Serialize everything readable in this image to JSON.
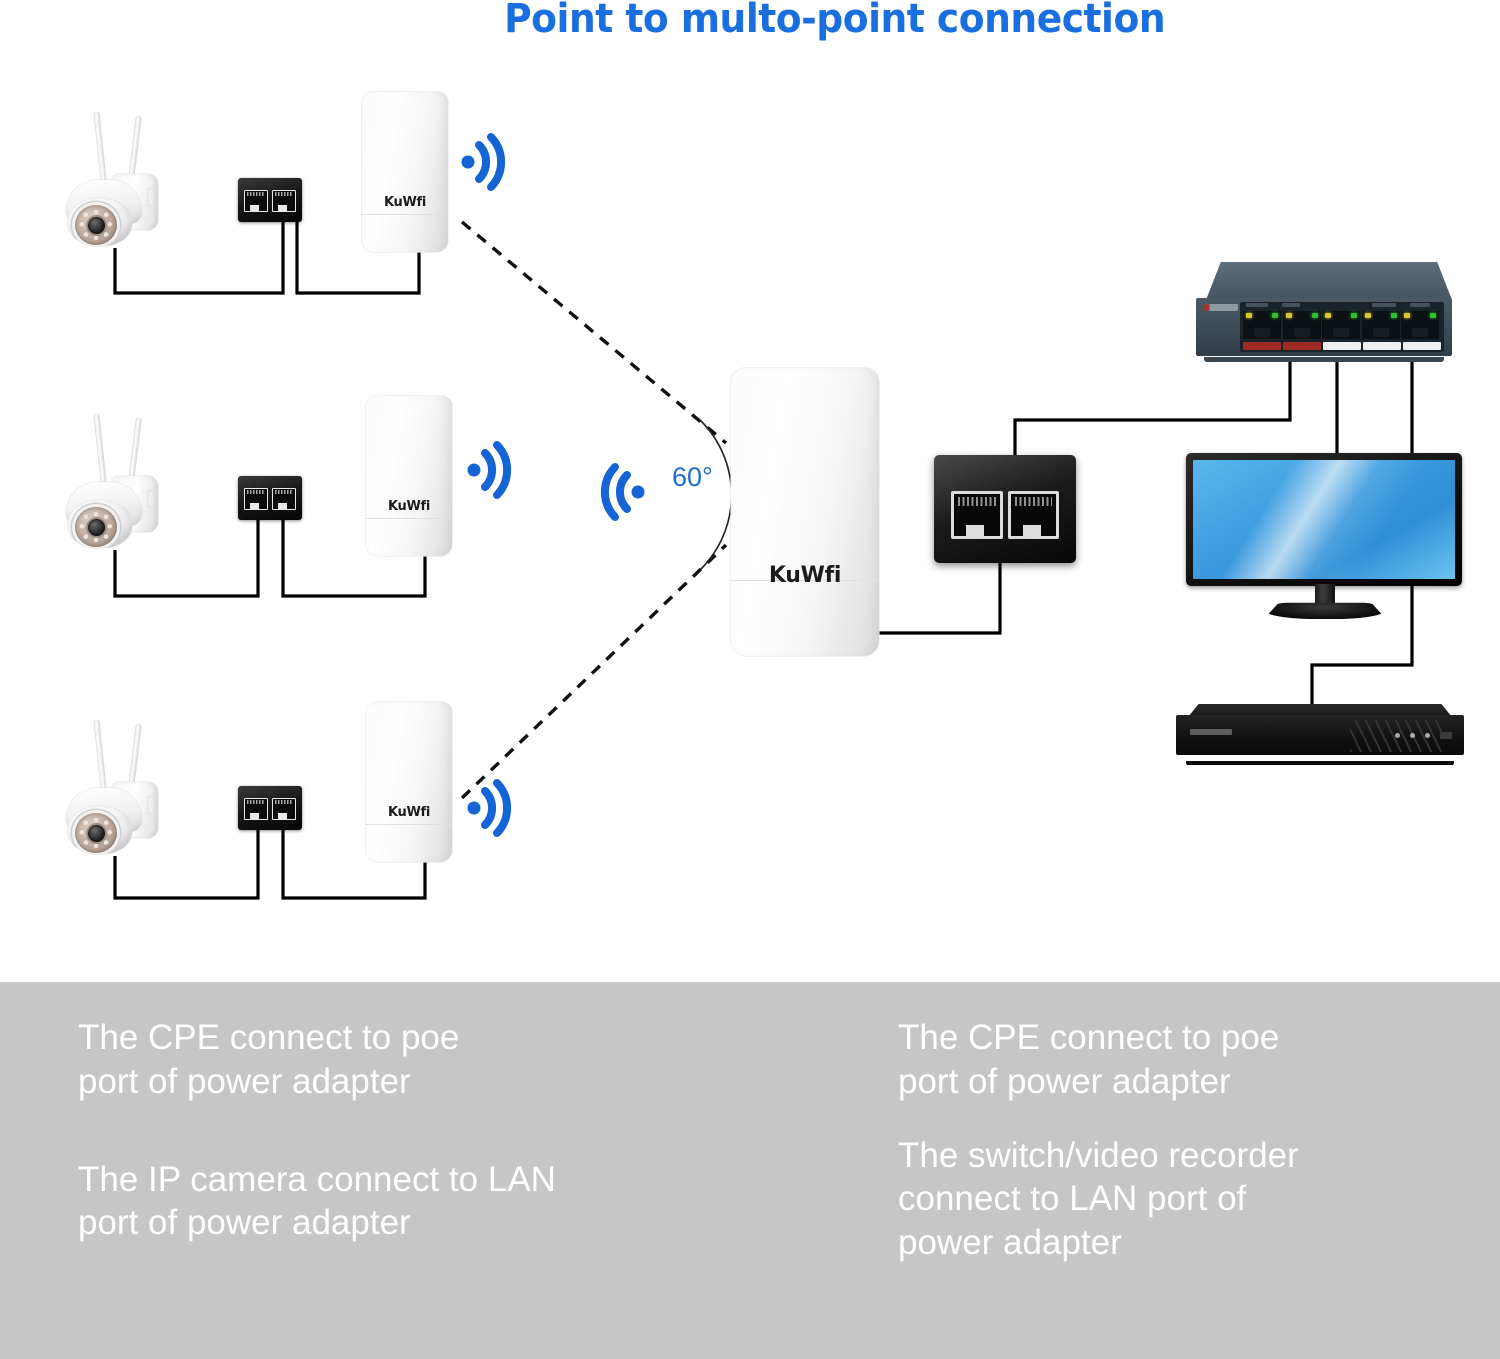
{
  "title": "Point to multo-point connection",
  "colors": {
    "title_blue": "#1a6fe0",
    "wifi_blue": "#1464d6",
    "panel_gray": "#c6c6c6",
    "caption_white": "#ffffff",
    "cable_black": "#000000",
    "switch_body": "#44555f",
    "monitor_screen": "#3f9fe0"
  },
  "diagram": {
    "beam_angle_label": "60°",
    "central_cpe": {
      "brand": "KuWfi",
      "icon": "cpe-access-point-icon"
    },
    "remote_sites": [
      {
        "id": "site-top",
        "camera": {
          "icon": "ptz-ip-camera-icon",
          "antennas": 2
        },
        "poe_adapter": {
          "icon": "poe-injector-icon",
          "ports": [
            "poe",
            "lan"
          ]
        },
        "cpe": {
          "brand": "KuWfi",
          "icon": "cpe-access-point-icon"
        },
        "wifi": {
          "icon": "wifi-signal-icon",
          "direction": "right"
        }
      },
      {
        "id": "site-middle",
        "camera": {
          "icon": "ptz-ip-camera-icon",
          "antennas": 2
        },
        "poe_adapter": {
          "icon": "poe-injector-icon",
          "ports": [
            "poe",
            "lan"
          ]
        },
        "cpe": {
          "brand": "KuWfi",
          "icon": "cpe-access-point-icon"
        },
        "wifi": {
          "icon": "wifi-signal-icon",
          "direction": "right"
        }
      },
      {
        "id": "site-bottom",
        "camera": {
          "icon": "ptz-ip-camera-icon",
          "antennas": 2
        },
        "poe_adapter": {
          "icon": "poe-injector-icon",
          "ports": [
            "poe",
            "lan"
          ]
        },
        "cpe": {
          "brand": "KuWfi",
          "icon": "cpe-access-point-icon"
        },
        "wifi": {
          "icon": "wifi-signal-icon",
          "direction": "right"
        }
      }
    ],
    "head_end": {
      "wifi": {
        "icon": "wifi-signal-icon",
        "direction": "left"
      },
      "poe_adapter": {
        "icon": "poe-injector-icon",
        "ports": [
          "poe",
          "lan"
        ]
      },
      "switch": {
        "icon": "network-switch-icon",
        "port_count": 5,
        "led_colors": [
          "#d7c531",
          "#2fc02f"
        ]
      },
      "monitor": {
        "icon": "monitor-icon"
      },
      "recorder": {
        "icon": "video-recorder-nvr-icon"
      }
    }
  },
  "captions": {
    "left": [
      "The CPE connect to poe\nport of power adapter",
      "The IP camera connect to LAN\nport of power adapter"
    ],
    "right": [
      "The CPE connect to poe\nport of power adapter",
      "The switch/video recorder\nconnect to LAN port of\npower adapter"
    ]
  }
}
